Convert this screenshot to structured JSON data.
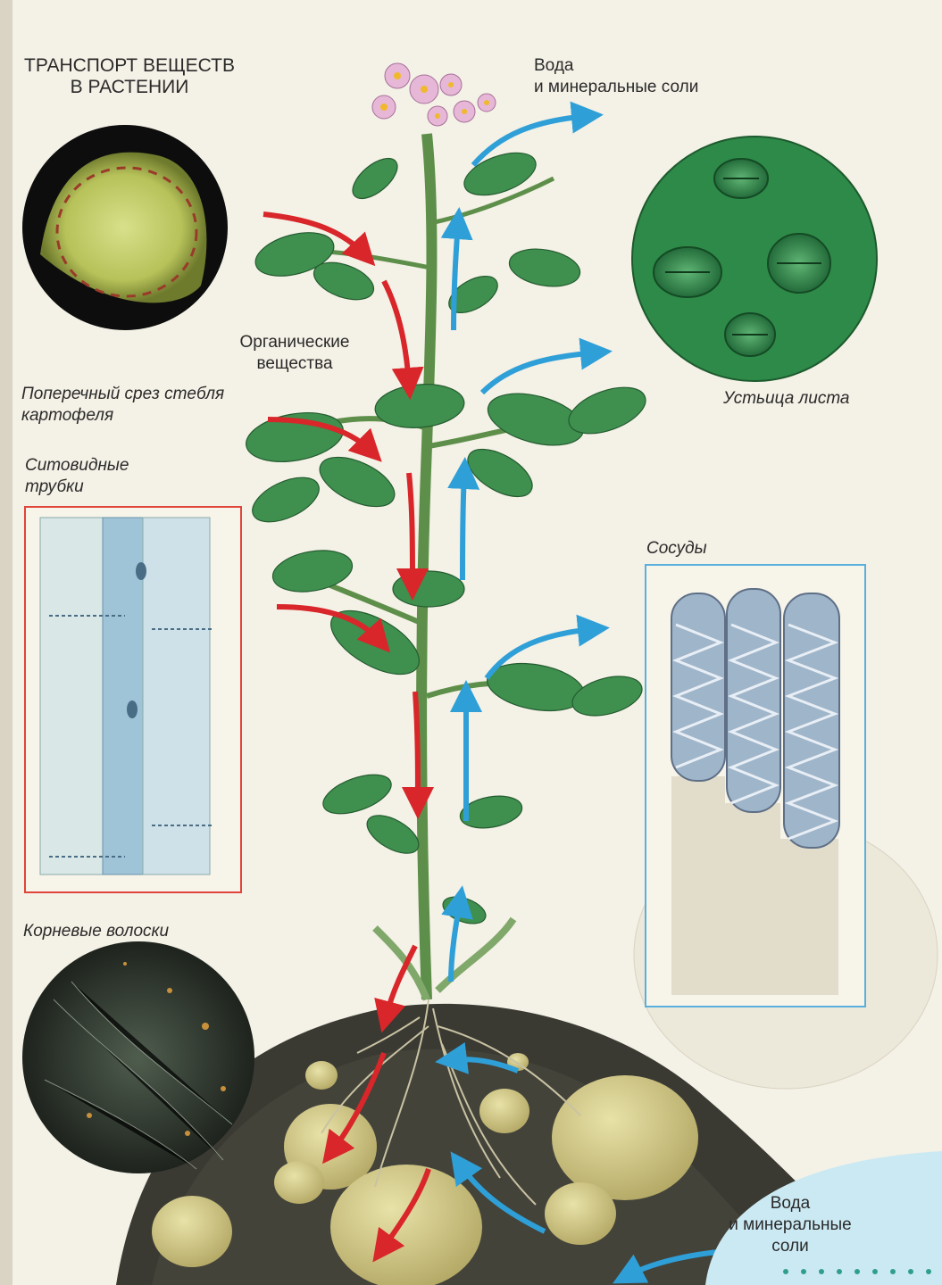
{
  "title": [
    "ТРАНСПОРТ ВЕЩЕСТВ",
    "В РАСТЕНИИ"
  ],
  "labels": {
    "water_top": [
      "Вода",
      "и минеральные соли"
    ],
    "organic": [
      "Органические",
      "вещества"
    ],
    "stem_section": [
      "Поперечный срез стебля",
      "картофеля"
    ],
    "sieve_tubes": [
      "Ситовидные",
      "трубки"
    ],
    "stomata": "Устьица листа",
    "vessels": "Сосуды",
    "root_hairs": "Корневые волоски",
    "water_bottom": [
      "Вода",
      "и минеральные",
      "соли"
    ]
  },
  "colors": {
    "organic_arrow": "#d8262a",
    "water_arrow": "#2f9fd8",
    "frame_red": "#e0443a",
    "frame_blue": "#5ab0dc",
    "leaf": "#3f8f4e",
    "stem": "#5e8f4a",
    "soil": "#3a3a33"
  },
  "icons": [
    "stem-cross-section-photo",
    "stomata-photo",
    "root-hairs-photo",
    "sieve-tubes-illustration",
    "vessels-illustration"
  ]
}
